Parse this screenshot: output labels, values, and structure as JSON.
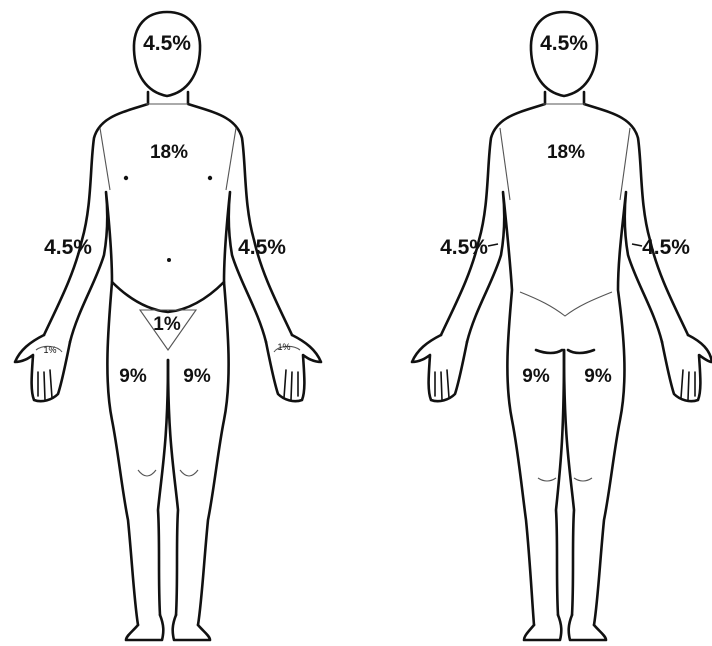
{
  "colors": {
    "outline": "#111111",
    "background": "#ffffff"
  },
  "front": {
    "head": "4.5%",
    "trunk": "18%",
    "right_arm": "4.5%",
    "left_arm": "4.5%",
    "genitals": "1%",
    "right_palm": "1%",
    "left_palm": "1%",
    "right_leg": "9%",
    "left_leg": "9%"
  },
  "back": {
    "head": "4.5%",
    "trunk": "18%",
    "right_arm": "4.5%",
    "left_arm": "4.5%",
    "right_leg": "9%",
    "left_leg": "9%"
  }
}
